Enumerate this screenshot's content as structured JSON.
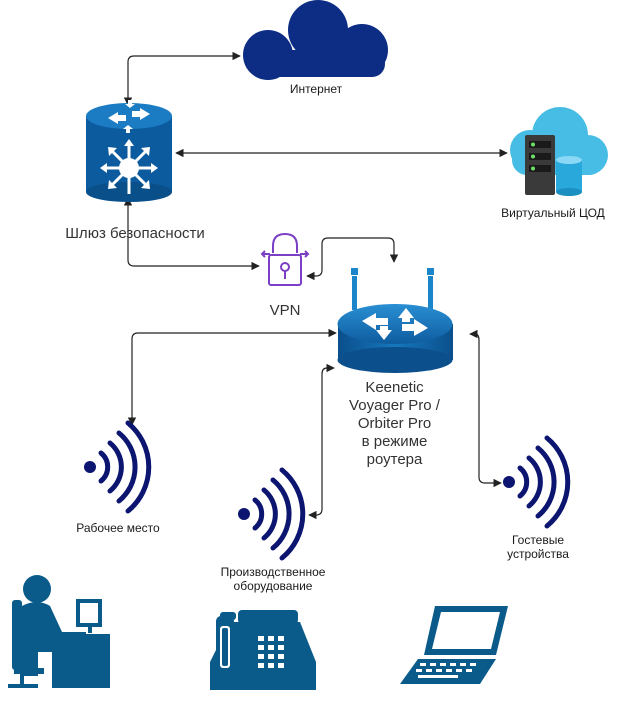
{
  "labels": {
    "internet": "Интернет",
    "gateway": "Шлюз безопасности",
    "virtual_dc": "Виртуальный ЦОД",
    "vpn": "VPN",
    "router": [
      "Keenetic",
      "Voyager Pro /",
      "Orbiter Pro",
      "в режиме",
      "роутера"
    ],
    "workplace": "Рабочее место",
    "production": [
      "Производственное",
      "оборудование"
    ],
    "guest": [
      "Гостевые",
      "устройства"
    ]
  },
  "colors": {
    "cloud": "#0c2d83",
    "device_blue": "#0d5fa6",
    "device_light": "#1a86c9",
    "wifi": "#0c1670",
    "vpn": "#7b3fc6",
    "endpoint": "#0a5a8a",
    "connector": "#222222",
    "dc_cloud": "#47bde6"
  },
  "icons": {
    "internet": "cloud-icon",
    "gateway": "layer3-switch-icon",
    "virtual_dc": "cloud-datacenter-icon",
    "vpn": "vpn-lock-icon",
    "router": "wireless-router-icon",
    "wifi": "wifi-signal-icon",
    "workplace": "user-workstation-icon",
    "production": "telephone-icon",
    "guest": "laptop-icon"
  }
}
